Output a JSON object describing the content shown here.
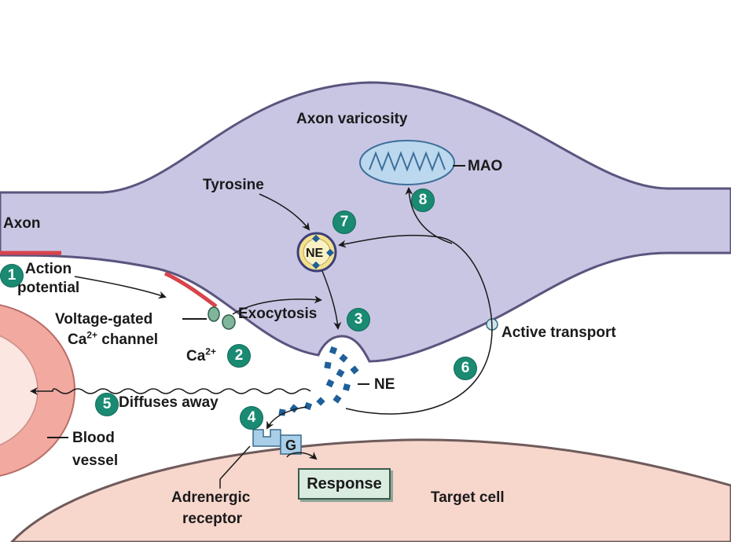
{
  "labels": {
    "axon_varicosity": "Axon varicosity",
    "mao": "MAO",
    "tyrosine": "Tyrosine",
    "axon": "Axon",
    "action_potential_1": "Action",
    "action_potential_2": "potential",
    "voltage_gated_1": "Voltage-gated",
    "voltage_gated_2_base": "Ca",
    "voltage_gated_2_sup": "2+",
    "voltage_gated_2_rest": " channel",
    "exocytosis": "Exocytosis",
    "ca_base": "Ca",
    "ca_sup": "2+",
    "active_transport": "Active transport",
    "ne_vesicle": "NE",
    "ne_cleft": "NE",
    "diffuses_away": "Diffuses away",
    "blood_vessel_1": "Blood",
    "blood_vessel_2": "vessel",
    "g_protein": "G",
    "response": "Response",
    "adrenergic_1": "Adrenergic",
    "adrenergic_2": "receptor",
    "target_cell": "Target cell"
  },
  "steps": [
    "1",
    "2",
    "3",
    "4",
    "5",
    "6",
    "7",
    "8"
  ],
  "colors": {
    "axon_fill": "#c9c6e4",
    "axon_outline": "#5a557e",
    "target_fill": "#f7d6cc",
    "blood_vessel": "#f2a9a0",
    "step_badge": "#1a8a72",
    "ne_molecule": "#1f5f9a",
    "action_potential": "#d9434b",
    "mitochondrion": "#bcd8ee"
  }
}
